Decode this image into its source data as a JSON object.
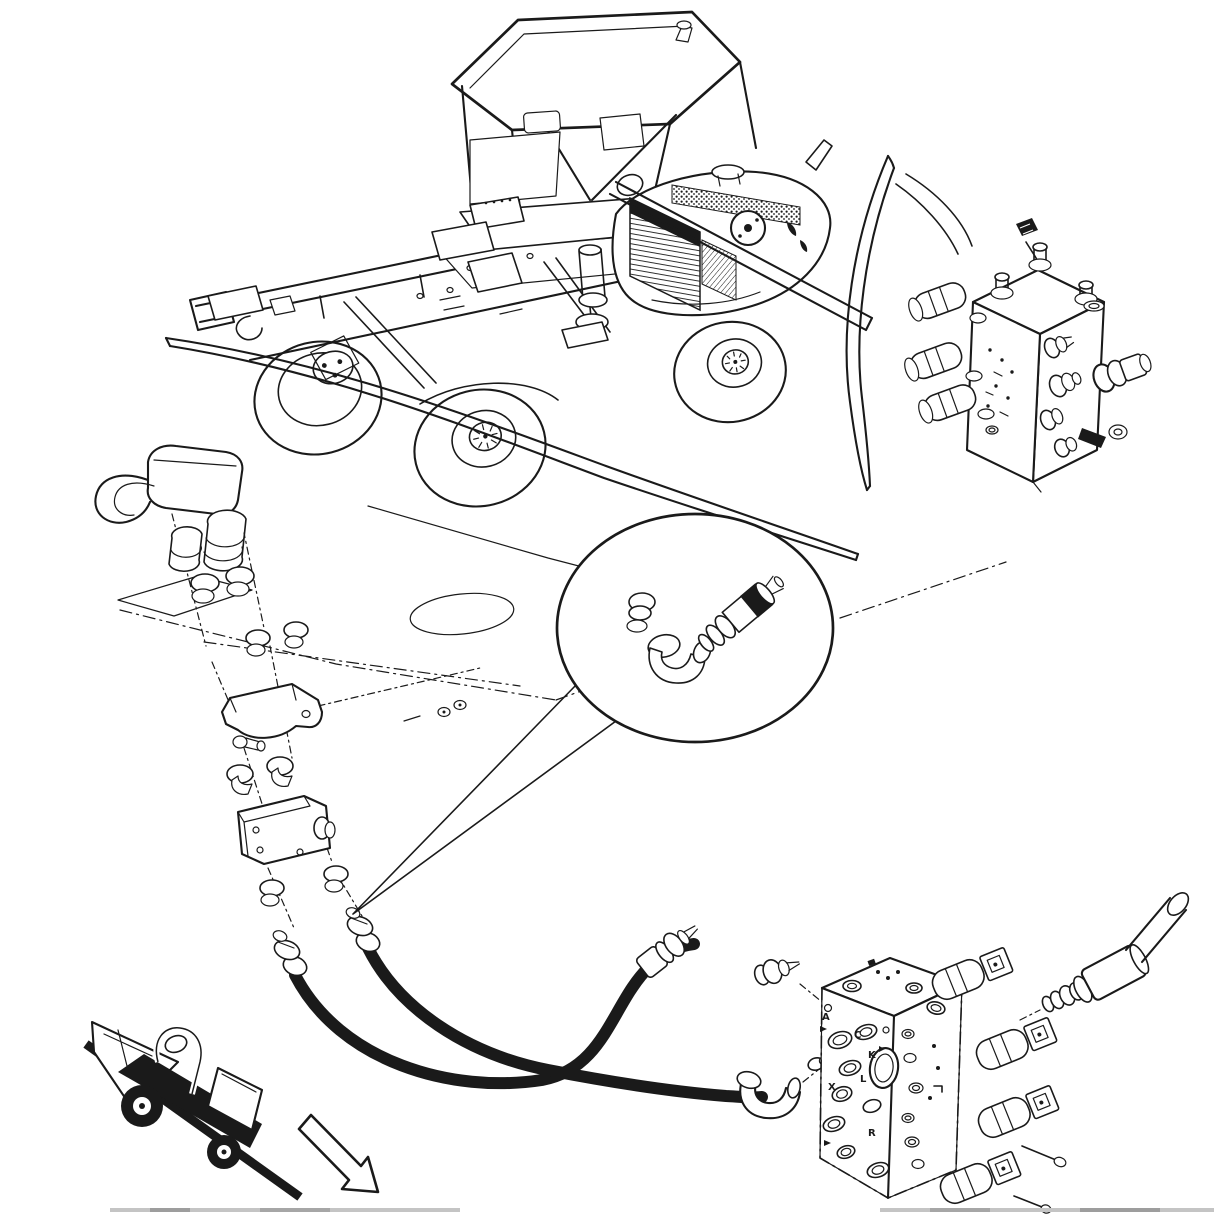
{
  "figure": {
    "kind": "exploded-parts-line-illustration",
    "colors": {
      "ink": "#1a1a1a",
      "paper": "#ffffff",
      "faint": "#c4c4c4"
    }
  },
  "bottom_manifold": {
    "port_labels": [
      "A",
      "C",
      "K",
      "L",
      "X",
      "R"
    ]
  },
  "icons": {
    "detail-callout": "circle-bubble",
    "descent-arrow": "hollow-arrow-downhill",
    "slope-machine": "windrower-on-slope-pictograph"
  }
}
